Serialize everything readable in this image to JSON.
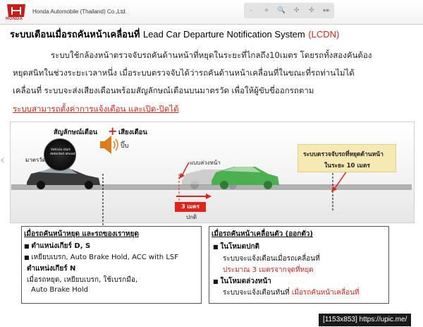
{
  "header": {
    "logo_text": "HONDA",
    "company": "Honda Automobile (Thailand) Co.,Ltd.",
    "toolbar": [
      "-",
      "+",
      "🔍",
      "✣",
      "✣",
      "▸▸"
    ]
  },
  "title": {
    "thai": "ระบบเตือนเมื่อรถคันหน้าเคลื่อนที่",
    "english": "Lead Car Departure Notification System",
    "abbr": "(LCDN)"
  },
  "intro": {
    "line1": "ระบบใช้กล้องหน้าตรวจจับรถคันด้านหน้าที่หยุดในระยะที่ไกลถึง10เมตร โดยรถทั้งสองคันต้อง",
    "line2": "หยุดสนิทในช่วงระยะเวลาหนึ่ง เมื่อระบบตรวจจับได้ว่ารถคันด้านหน้าเคลื่อนที่ในขณะที่รถท่านไม่ได้",
    "line3": "เคลื่อนที่ ระบบจะส่งเสียงเตือนพร้อมสัญลักษณ์เตือนบนมาตรวัด เพื่อให้ผู้ขับขี่ออกรถตาม",
    "line4": "ระบบสามารถตั้งค่าการแจ้งเตือน และเปิด-ปิดได้"
  },
  "diagram": {
    "symbol_label": "สัญลักษณ์เตือน",
    "plus": "+",
    "sound_label": "เสียงเตือน",
    "meter_label": "มาตรวัด",
    "warning_text_1": "Vehicle start",
    "warning_text_2": "detected ahead",
    "beep": "ปิ๊บ",
    "ghost_label": "แบบล่วงหน้า",
    "normal_label": "ปกติ",
    "distance": "3 เมตร",
    "info_line_1": "ระบบตรวจจับรถที่หยุดด้านหน้า",
    "info_line_2": "ในระยะ 10 เมตร",
    "colors": {
      "accent_red": "#e2231a",
      "car_green": "#4caf50",
      "info_bg": "#f6e9b4"
    }
  },
  "left_box": {
    "heading": "เมื่อรถคันหน้าหยุด และรถของเราหยุด",
    "bullet1": "ตำแหน่งเกียร์ D, S",
    "bullet2": "เหยียบเบรก, Auto Brake Hold, ACC with LSF",
    "sub_heading": "ตำแหน่งเกียร์ N",
    "text3": "เมื่อรถหยุด, เหยียบเบรก, ใช้เบรกมือ,",
    "text4": "Auto Brake Hold"
  },
  "right_box": {
    "heading": "เมื่อรถคันหน้าเคลื่อนตัว (ออกตัว)",
    "bullet1": "ในโหมดปกติ",
    "text1": "ระบบจะแจ้งเตือนเมื่อรถเคลื่อนที่",
    "text1_red": "ประมาณ 3 เมตรจากจุดที่หยุด",
    "bullet2": "ในโหมดล่วงหน้า",
    "text2_prefix": "ระบบจะแจ้งเตือนทันที่ ",
    "text2_red": "เมื่อรถคันหน้าเคลื่อนที่"
  },
  "footer": {
    "size_badge": "[1153x853] https://upic.me/"
  }
}
